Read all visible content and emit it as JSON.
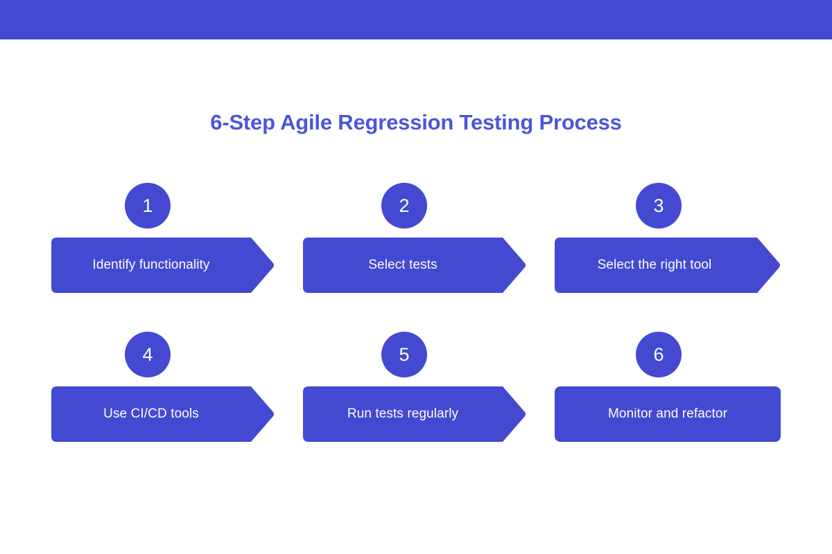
{
  "banner": {
    "color": "#4449d1"
  },
  "title": "6-Step Agile Regression Testing Process",
  "theme": {
    "shape_fill": "#4449d1",
    "title_color": "#4c55da",
    "label_color": "#ffffff",
    "background": "#ffffff"
  },
  "steps": [
    {
      "number": "1",
      "label": "Identify functionality",
      "shape": "arrow"
    },
    {
      "number": "2",
      "label": "Select tests",
      "shape": "arrow"
    },
    {
      "number": "3",
      "label": "Select the right tool",
      "shape": "arrow"
    },
    {
      "number": "4",
      "label": "Use CI/CD tools",
      "shape": "arrow"
    },
    {
      "number": "5",
      "label": "Run tests regularly",
      "shape": "arrow"
    },
    {
      "number": "6",
      "label": "Monitor and refactor",
      "shape": "rectangle"
    }
  ]
}
